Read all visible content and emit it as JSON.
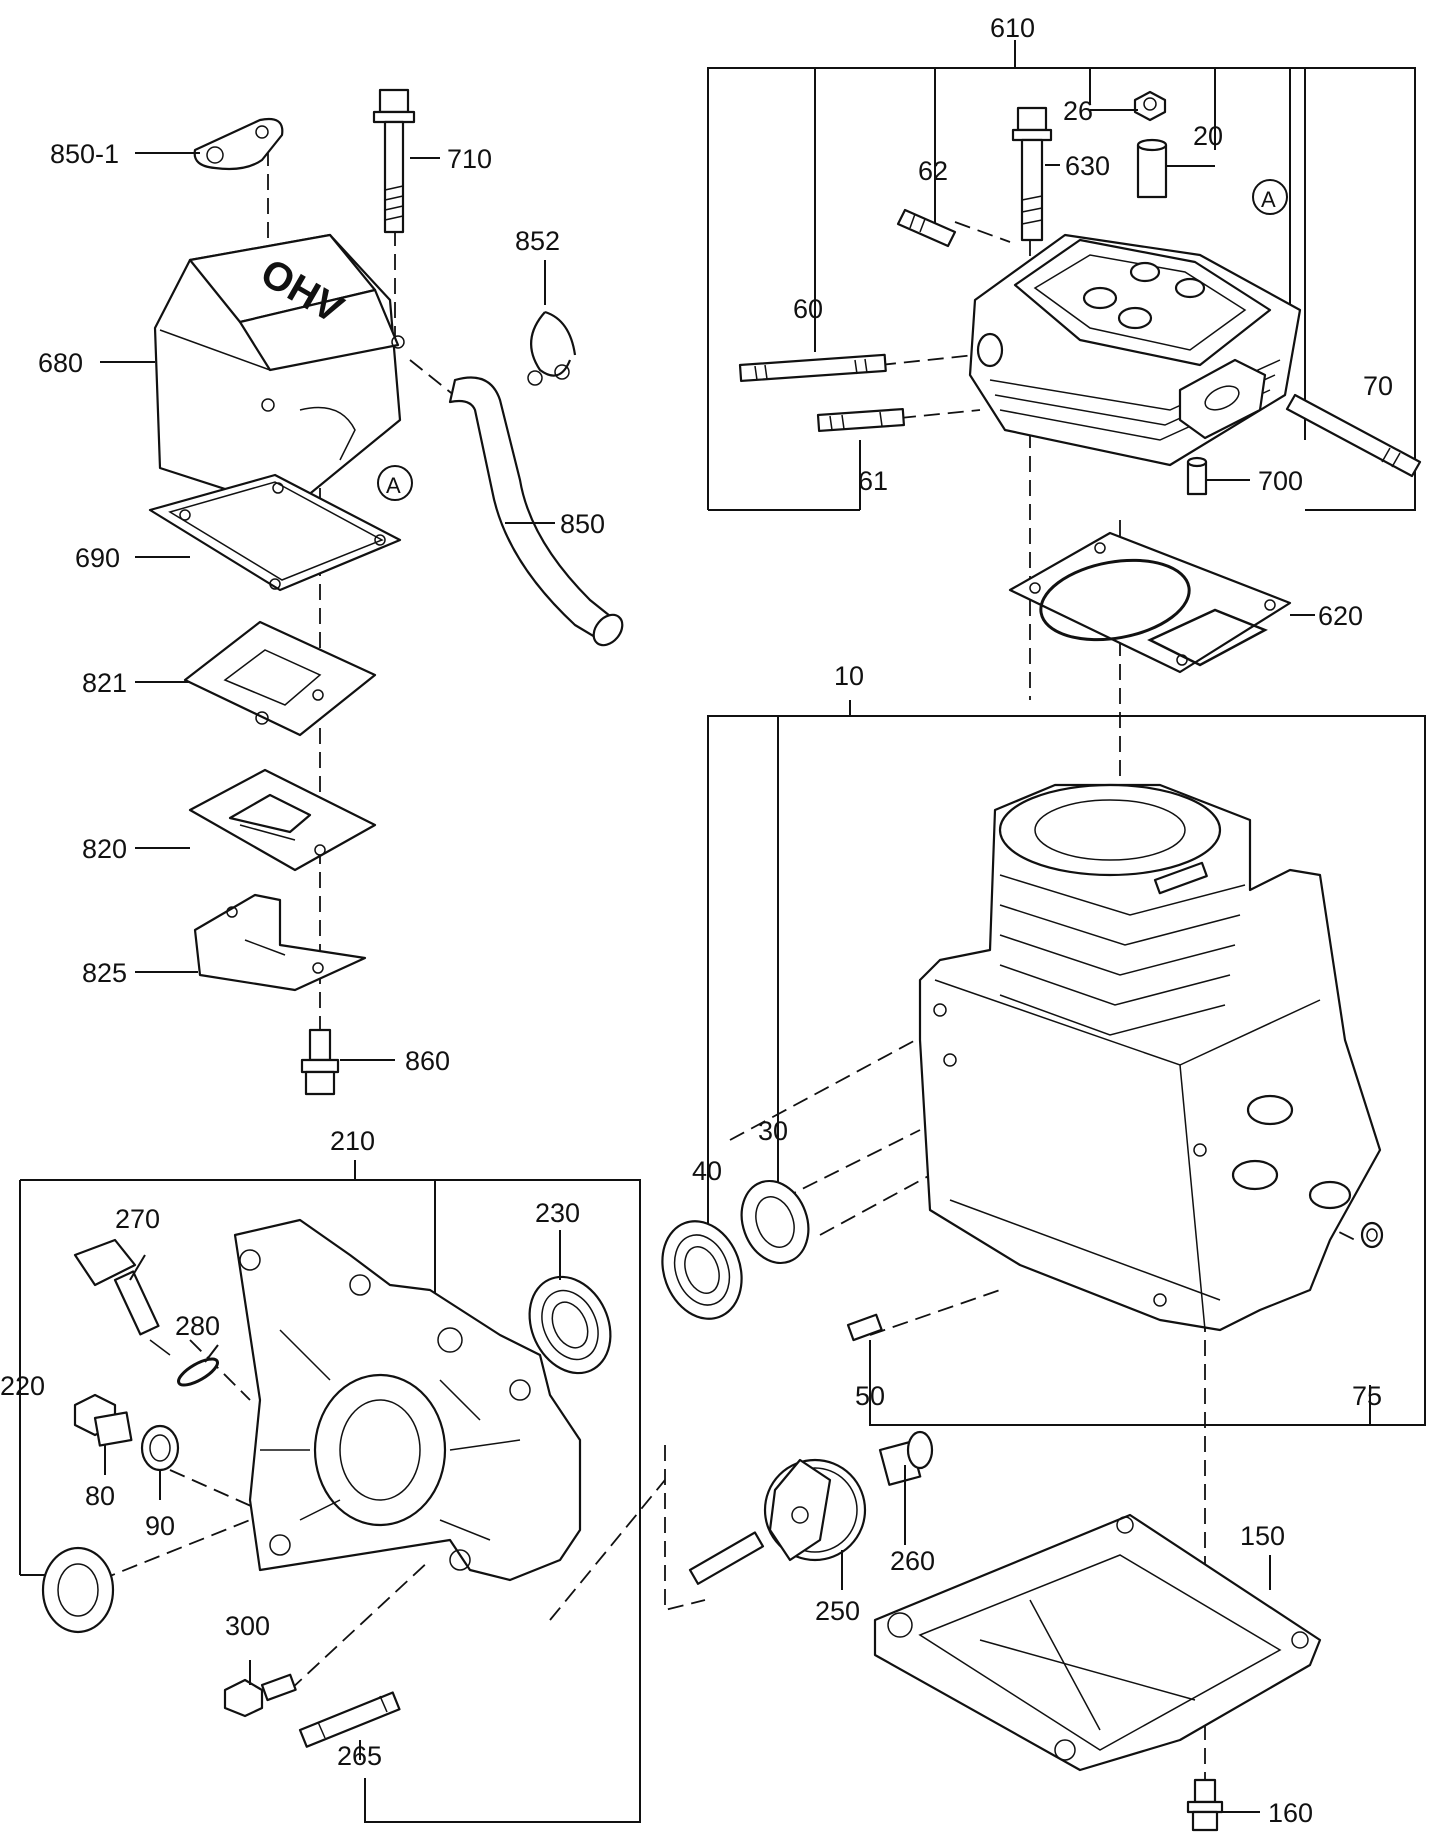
{
  "colors": {
    "line": "#111111",
    "background": "#ffffff"
  },
  "cover_emboss": "OHV",
  "marker": "A",
  "labels": {
    "p610": "610",
    "p26": "26",
    "p20": "20",
    "p62": "62",
    "p630": "630",
    "p60": "60",
    "p70": "70",
    "p61": "61",
    "p700": "700",
    "p620": "620",
    "p10": "10",
    "p850_1": "850-1",
    "p710": "710",
    "p852": "852",
    "p680": "680",
    "p850": "850",
    "p690": "690",
    "p821": "821",
    "p820": "820",
    "p825": "825",
    "p860": "860",
    "p210": "210",
    "p270": "270",
    "p280": "280",
    "p230": "230",
    "p220": "220",
    "p80": "80",
    "p90": "90",
    "p300": "300",
    "p265": "265",
    "p40": "40",
    "p30": "30",
    "p50": "50",
    "p75": "75",
    "p260": "260",
    "p250": "250",
    "p150": "150",
    "p160": "160"
  }
}
